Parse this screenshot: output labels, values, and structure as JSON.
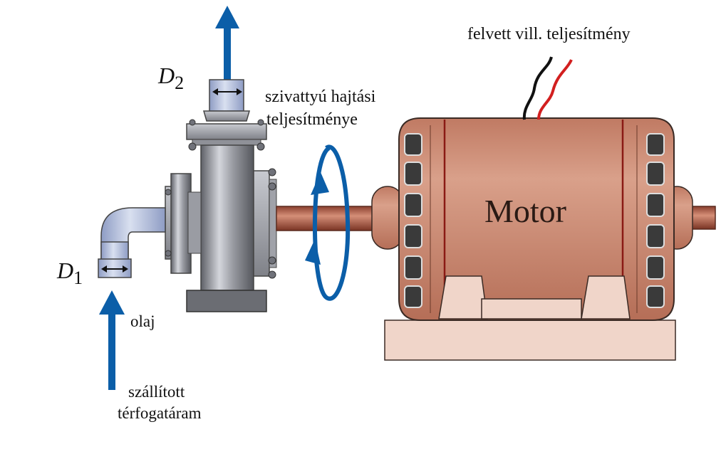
{
  "labels": {
    "power_input": "felvett vill. teljesítmény",
    "shaft_power_line1": "szivattyú hajtási",
    "shaft_power_line2": "teljesítménye",
    "fluid": "olaj",
    "flow_line1": "szállított",
    "flow_line2": "térfogatáram",
    "motor": "Motor",
    "d1_symbol": "D",
    "d1_subscript": "1",
    "d2_symbol": "D",
    "d2_subscript": "2"
  },
  "colors": {
    "arrow_blue": "#0b5ea8",
    "motor_copper": "#c98a73",
    "motor_base": "#f0d5c9",
    "pump_gray": "#8a8c92",
    "pipe_blue": "#aab8d8",
    "shaft": "#b86a55",
    "wire_red": "#d21f1f",
    "wire_black": "#111111"
  }
}
